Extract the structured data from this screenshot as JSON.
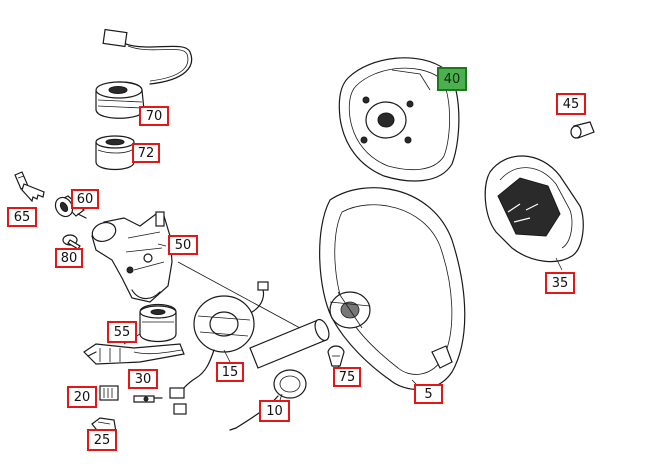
{
  "diagram": {
    "callouts": [
      {
        "id": "c70",
        "label": "70",
        "active": false
      },
      {
        "id": "c72",
        "label": "72",
        "active": false
      },
      {
        "id": "c60",
        "label": "60",
        "active": false
      },
      {
        "id": "c65",
        "label": "65",
        "active": false
      },
      {
        "id": "c80",
        "label": "80",
        "active": false
      },
      {
        "id": "c50",
        "label": "50",
        "active": false
      },
      {
        "id": "c55",
        "label": "55",
        "active": false
      },
      {
        "id": "c30",
        "label": "30",
        "active": false
      },
      {
        "id": "c20",
        "label": "20",
        "active": false
      },
      {
        "id": "c25",
        "label": "25",
        "active": false
      },
      {
        "id": "c15",
        "label": "15",
        "active": false
      },
      {
        "id": "c10",
        "label": "10",
        "active": false
      },
      {
        "id": "c75",
        "label": "75",
        "active": false
      },
      {
        "id": "c5",
        "label": "5",
        "active": false
      },
      {
        "id": "c40",
        "label": "40",
        "active": true
      },
      {
        "id": "c45",
        "label": "45",
        "active": false
      },
      {
        "id": "c35",
        "label": "35",
        "active": false
      }
    ],
    "colors": {
      "callout_border": "#e01818",
      "active_fill": "#4caf50",
      "active_border": "#1a7a1a",
      "line": "#1a1a1a"
    }
  }
}
